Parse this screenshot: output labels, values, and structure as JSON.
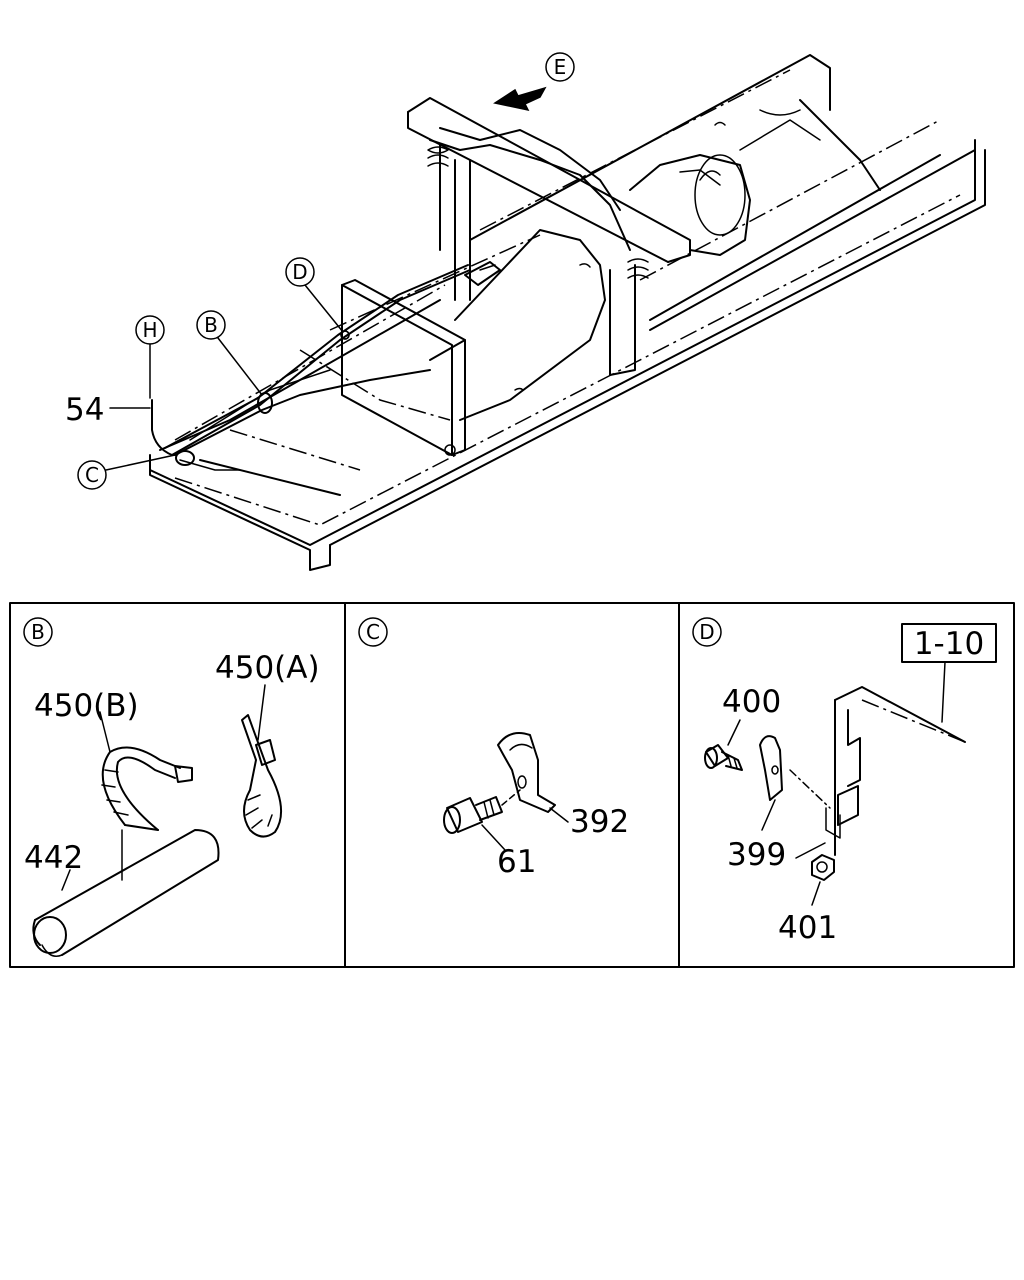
{
  "main_view": {
    "view_marker": "E",
    "callouts": {
      "h": "H",
      "b": "B",
      "d": "D",
      "c": "C"
    },
    "parts": {
      "p54": "54"
    }
  },
  "detail_b": {
    "marker": "B",
    "parts": {
      "p450a": "450(A)",
      "p450b": "450(B)",
      "p442": "442"
    }
  },
  "detail_c": {
    "marker": "C",
    "parts": {
      "p392": "392",
      "p61": "61"
    }
  },
  "detail_d": {
    "marker": "D",
    "reference": "1-10",
    "parts": {
      "p400": "400",
      "p399": "399",
      "p401": "401"
    }
  }
}
